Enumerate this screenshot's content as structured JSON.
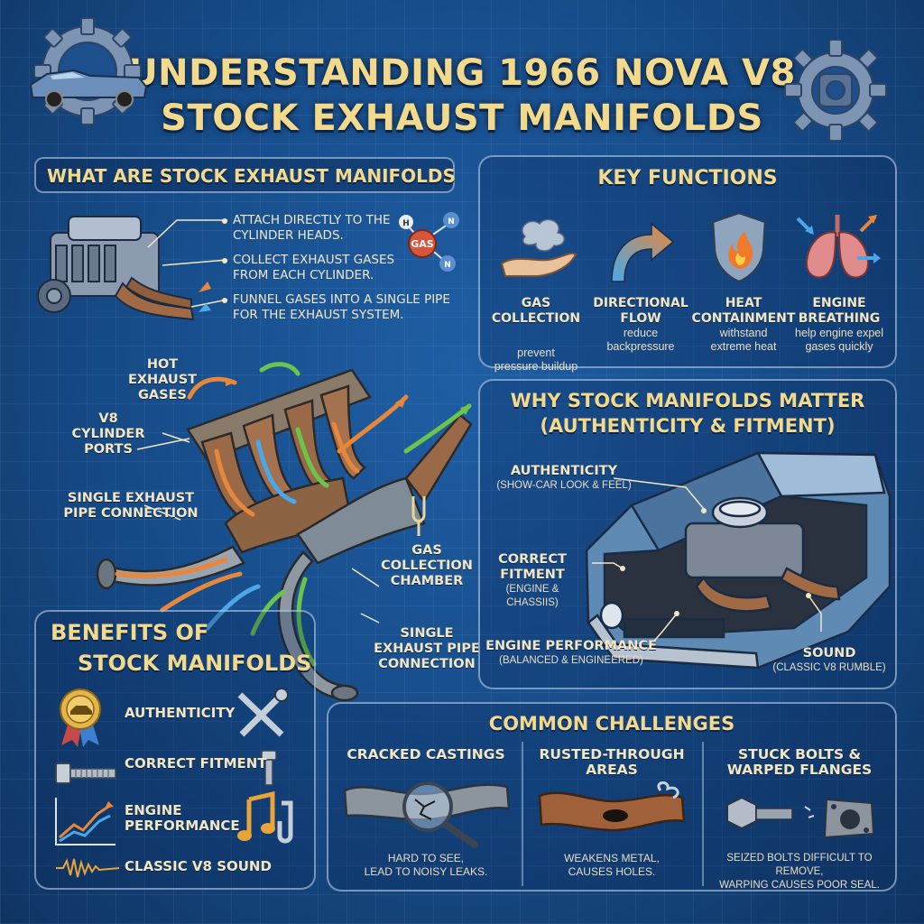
{
  "title": {
    "line1": "UNDERSTANDING 1966 NOVA V8",
    "line2": "STOCK EXHAUST MANIFOLDS"
  },
  "what_are": {
    "heading": "WHAT ARE STOCK EXHAUST MANIFOLDS",
    "bullets": [
      {
        "line1": "ATTACH DIRECTLY TO THE",
        "line2": "CYLINDER HEADS."
      },
      {
        "line1": "COLLECT EXHAUST GASES",
        "line2": "FROM EACH CYLINDER."
      },
      {
        "line1": "FUNNEL GASES INTO A SINGLE PIPE",
        "line2": "FOR THE EXHAUST SYSTEM."
      }
    ],
    "gas_molecule": "GAS",
    "molecule_atoms": [
      "H",
      "N",
      "N"
    ]
  },
  "key_functions": {
    "heading": "KEY FUNCTIONS",
    "items": [
      {
        "icon": "hand-smoke-icon",
        "title1": "GAS COLLECTION",
        "title2": "",
        "desc1": "prevent",
        "desc2": "pressure buildup"
      },
      {
        "icon": "curved-arrow-icon",
        "title1": "DIRECTIONAL",
        "title2": "FLOW",
        "desc1": "reduce",
        "desc2": "backpressure"
      },
      {
        "icon": "flame-shield-icon",
        "title1": "HEAT",
        "title2": "CONTAINMENT",
        "desc1": "withstand",
        "desc2": "extreme heat"
      },
      {
        "icon": "lungs-icon",
        "title1": "ENGINE",
        "title2": "BREATHING",
        "desc1": "help engine expel",
        "desc2": "gases quickly"
      }
    ]
  },
  "diagram_labels": {
    "hot_gases": [
      "HOT",
      "EXHAUST",
      "GASES"
    ],
    "v8_ports": [
      "V8",
      "CYLINDER",
      "PORTS"
    ],
    "single_pipe_left": [
      "SINGLE EXHAUST",
      "PIPE CONNECTION"
    ],
    "gas_chamber": [
      "GAS",
      "COLLECTION",
      "CHAMBER"
    ],
    "single_pipe_right": [
      "SINGLE",
      "EXHAUST PIPE",
      "CONNECTION"
    ]
  },
  "why_matter": {
    "heading1": "WHY STOCK MANIFOLDS MATTER",
    "heading2": "(AUTHENTICITY & FITMENT)",
    "callouts": [
      {
        "title": "AUTHENTICITY",
        "sub": "(SHOW-CAR LOOK & FEEL)"
      },
      {
        "title": "CORRECT",
        "title2": "FITMENT",
        "sub": "(ENGINE &",
        "sub2": "CHASSIIS)"
      },
      {
        "title": "ENGINE PERFORMANCE",
        "sub": "(BALANCED & ENGINEERED)"
      },
      {
        "title": "SOUND",
        "sub": "(CLASSIC V8 RUMBLE)"
      }
    ]
  },
  "benefits": {
    "heading1": "BENEFITS OF",
    "heading2": "STOCK MANIFOLDS",
    "items": [
      {
        "icon": "medal-icon",
        "label": "AUTHENTICITY"
      },
      {
        "icon": "bolt-icon",
        "label": "CORRECT FITMENT"
      },
      {
        "icon": "trend-chart-icon",
        "label1": "ENGINE",
        "label2": "PERFORMANCE"
      },
      {
        "icon": "waveform-icon",
        "label": "CLASSIC V8 SOUND"
      }
    ]
  },
  "challenges": {
    "heading": "COMMON CHALLENGES",
    "items": [
      {
        "title1": "CRACKED CASTINGS",
        "title2": "",
        "desc1": "HARD TO SEE,",
        "desc2": "LEAD TO NOISY LEAKS."
      },
      {
        "title1": "RUSTED-THROUGH",
        "title2": "AREAS",
        "desc1": "WEAKENS METAL,",
        "desc2": "CAUSES HOLES."
      },
      {
        "title1": "STUCK BOLTS &",
        "title2": "WARPED FLANGES",
        "desc1": "SEIZED BOLTS DIFFICULT TO REMOVE,",
        "desc2": "WARPING CAUSES POOR SEAL."
      }
    ]
  },
  "colors": {
    "background": "#164a86",
    "heading": "#f3d98c",
    "text": "#f3e6c2",
    "panel_border": "#c8e1fa",
    "arrow_orange": "#e8873a",
    "arrow_green": "#6cc44a",
    "arrow_blue": "#4aa8e8"
  }
}
